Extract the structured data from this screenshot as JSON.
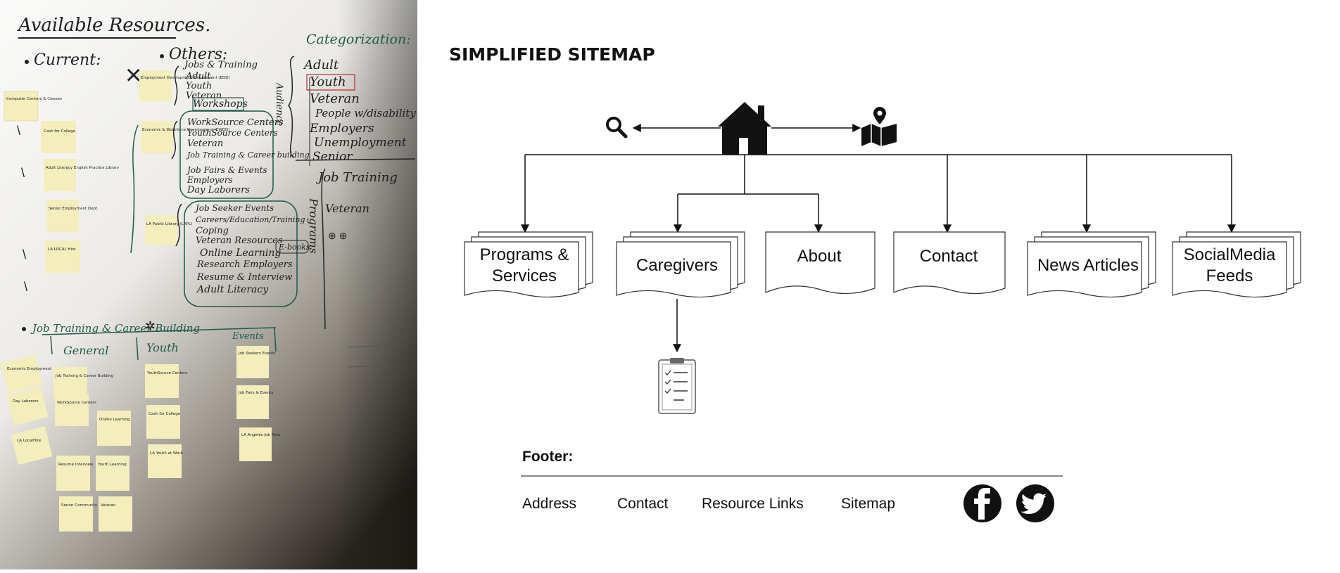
{
  "whiteboard": {
    "title": "Available Resources.",
    "current_label": "Current:",
    "others_label": "Others:",
    "categorization_label": "Categorization:",
    "audience_label": "Audience",
    "programs_label": "Programs",
    "categorization_items": [
      "Adult",
      "Youth",
      "Veteran",
      "People w/disability",
      "Employers",
      "Unemployment",
      "Senior"
    ],
    "programs_items": [
      "Job Training",
      "Veteran"
    ],
    "others_group1": [
      "Jobs & Training",
      "Adult",
      "Youth",
      "Veteran",
      "Workshops"
    ],
    "others_group2": [
      "WorkSource Centers",
      "YouthSource Centers",
      "Veteran",
      "Job Training & Career building",
      "Job Fairs & Events",
      "Employers",
      "Day Laborers"
    ],
    "others_group3": [
      "Job Seeker Events",
      "Careers/Education/Training",
      "Coping",
      "Veteran Resources",
      "Online Learning",
      "Research Employers",
      "Resume & Interview",
      "Adult Literacy"
    ],
    "ebooks_label": "E-books",
    "jobtraining_label": "Job Training & Career Building",
    "col_general": "General",
    "col_youth": "Youth",
    "col_events": "Events",
    "current_stickies": [
      "Computer Centers & Classes",
      "Cash for College",
      "Adult Literacy English Practice Library",
      "Senior Employment Dept.",
      "LA LOCAL Hire"
    ],
    "others_stickies": [
      "Employment Development Department (EDD)",
      "Economic & Workforce Development (EWDD)",
      "LA Public Library (LAPL)"
    ],
    "jt_left_stickies": [
      "Economic Employment",
      "Day Laborers",
      "LA LocalHire"
    ],
    "general_stickies": [
      "Job Training & Career Building",
      "WorkSource Centers",
      "Online Learning",
      "Resume Interview",
      "Youth Learning",
      "Senior Community Employment",
      "Veteran"
    ],
    "youth_stickies": [
      "YouthSource Centers",
      "Cash for College",
      "LA Youth at Work"
    ],
    "events_stickies": [
      "Job Seekers Events",
      "Job Fairs & Events",
      "LA Angeles Job Fairs"
    ]
  },
  "sitemap": {
    "title": "SIMPLIFIED SITEMAP",
    "icons": {
      "home": "home-icon",
      "search": "search-icon",
      "map": "map-pin-icon",
      "checklist": "clipboard-checklist-icon",
      "facebook": "facebook-icon",
      "twitter": "twitter-icon"
    },
    "pages": {
      "programs": [
        "Programs &",
        "Services"
      ],
      "caregivers": "Caregivers",
      "about": "About",
      "contact": "Contact",
      "news": "News Articles",
      "social": [
        "SocialMedia",
        "Feeds"
      ]
    },
    "footer": {
      "heading": "Footer:",
      "links": [
        "Address",
        "Contact",
        "Resource Links",
        "Sitemap"
      ]
    }
  },
  "colors": {
    "ink": "#111111",
    "board_ink_green": "#1f5a4a",
    "sticky": "#f3eebb",
    "board": "#e4e2dc"
  }
}
